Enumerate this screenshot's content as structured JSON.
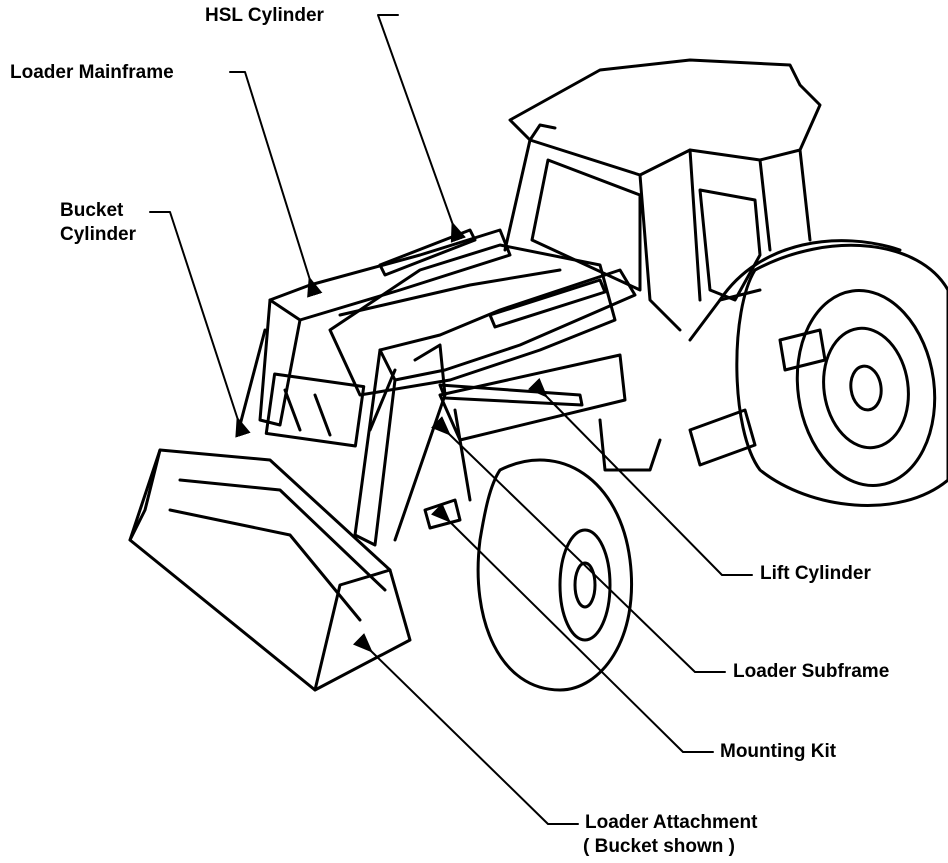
{
  "diagram": {
    "labels": {
      "hsl_cylinder": "HSL Cylinder",
      "loader_mainframe": "Loader Mainframe",
      "bucket_cylinder_line1": "Bucket",
      "bucket_cylinder_line2": "Cylinder",
      "lift_cylinder": "Lift Cylinder",
      "loader_subframe": "Loader Subframe",
      "mounting_kit": "Mounting Kit",
      "loader_attachment_line1": "Loader Attachment",
      "loader_attachment_line2": "( Bucket shown )"
    },
    "colors": {
      "line": "#000000",
      "background": "#ffffff"
    }
  }
}
